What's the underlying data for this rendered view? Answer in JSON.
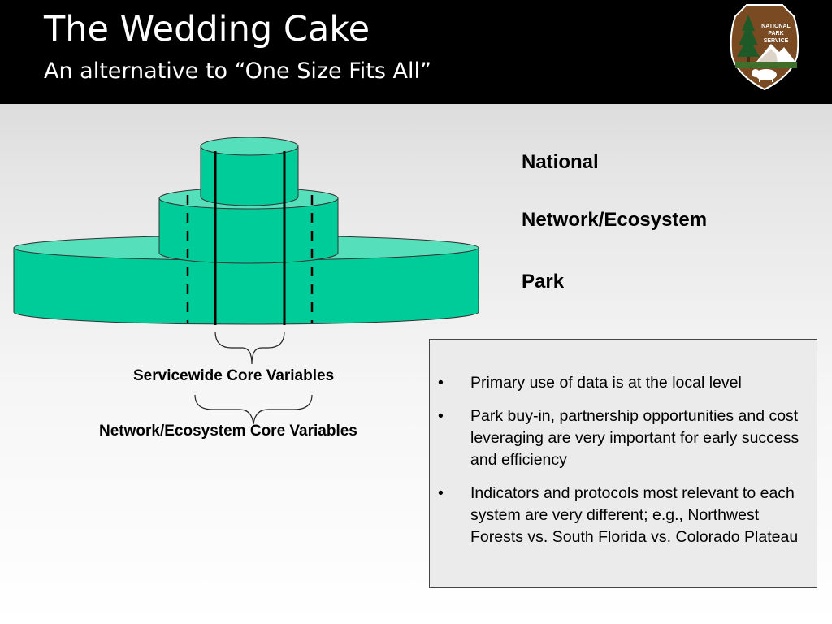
{
  "header": {
    "title": "The Wedding Cake",
    "subtitle": "An alternative to “One Size Fits All”"
  },
  "logo": {
    "text_lines": [
      "NATIONAL",
      "PARK",
      "SERVICE"
    ],
    "icon": "arrowhead-icon",
    "colors": {
      "arrowhead": "#7a4a22",
      "tree": "#1e5a28",
      "mountain": "#ffffff",
      "bison": "#ffffff"
    }
  },
  "cake": {
    "tiers": [
      "top",
      "middle",
      "bottom"
    ],
    "fill_color": "#00cc99",
    "top_color": "#55e0bb"
  },
  "levels": {
    "national": "National",
    "network": "Network/Ecosystem",
    "park": "Park"
  },
  "braces": {
    "servicewide": "Servicewide Core Variables",
    "network": "Network/Ecosystem Core Variables"
  },
  "notes": {
    "bullet": "•",
    "items": [
      "Primary use of data is at the local level",
      "Park buy-in, partnership opportunities and cost leveraging are very important for early success and efficiency",
      "Indicators and protocols most relevant to each system are very different; e.g., Northwest Forests vs. South Florida vs. Colorado Plateau"
    ]
  }
}
